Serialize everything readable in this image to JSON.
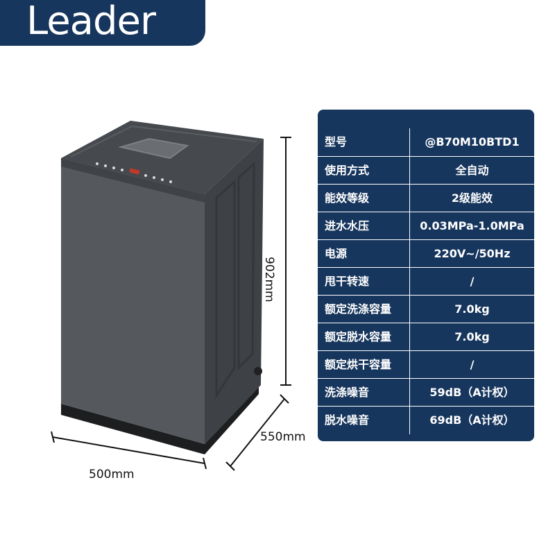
{
  "brand": {
    "logo_text": "Leader"
  },
  "product": {
    "image_icon": "top-load-washing-machine"
  },
  "dimensions": {
    "height": "902mm",
    "width": "500mm",
    "depth": "550mm"
  },
  "specs": [
    {
      "label": "型号",
      "value": "@B70M10BTD1"
    },
    {
      "label": "使用方式",
      "value": "全自动"
    },
    {
      "label": "能效等级",
      "value": "2级能效"
    },
    {
      "label": "进水水压",
      "value": "0.03MPa-1.0MPa"
    },
    {
      "label": "电源",
      "value": "220V~/50Hz"
    },
    {
      "label": "甩干转速",
      "value": "/"
    },
    {
      "label": "额定洗涤容量",
      "value": "7.0kg"
    },
    {
      "label": "额定脱水容量",
      "value": "7.0kg"
    },
    {
      "label": "额定烘干容量",
      "value": "/"
    },
    {
      "label": "洗涤噪音",
      "value": "59dB（A计权）"
    },
    {
      "label": "脱水噪音",
      "value": "69dB（A计权）"
    }
  ],
  "colors": {
    "brand_navy": "#17365d",
    "machine_gray": "#4e5256"
  }
}
